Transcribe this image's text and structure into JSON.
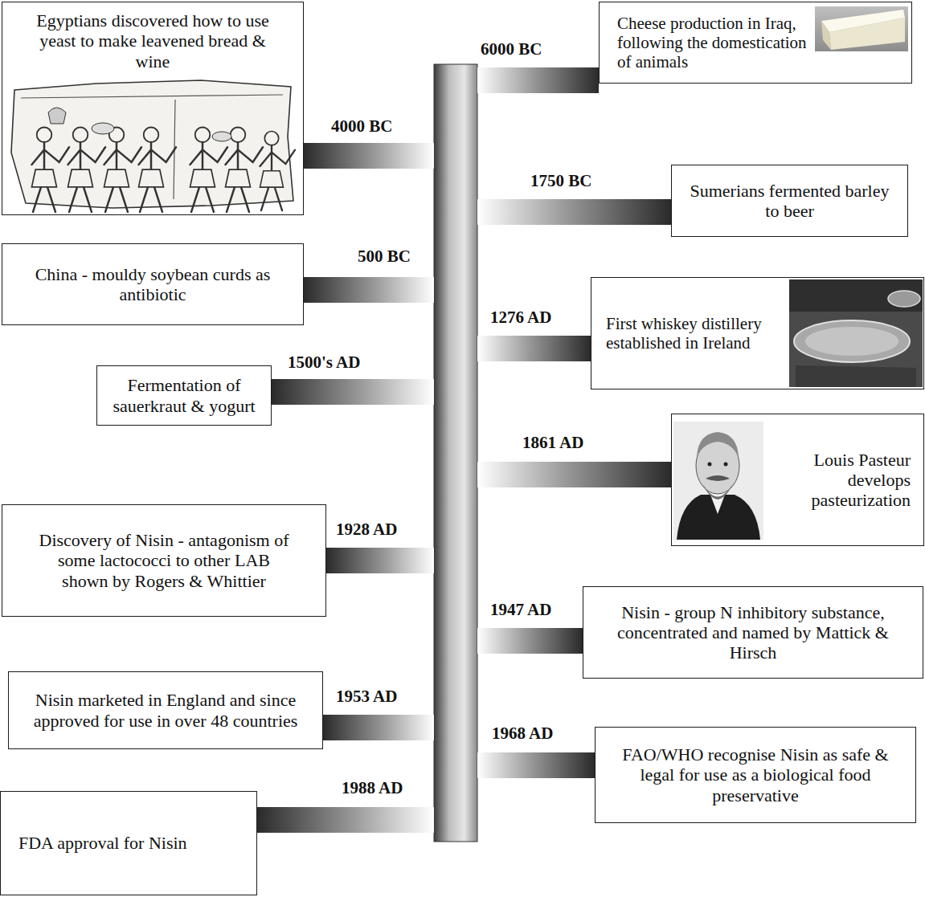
{
  "diagram": {
    "nodes": [
      {
        "text": [
          "Cheese production in Iraq, following the domestication of animals"
        ]
      },
      {
        "text": [
          "Egyptians discovered how to use yeast to make leavened bread & wine"
        ]
      },
      {
        "text": [
          "Sumerians fermented barley to beer"
        ]
      },
      {
        "text": [
          "China - mouldy soybean curds as antibiotic"
        ]
      },
      {
        "text": [
          "First whiskey distillery established in Ireland"
        ]
      },
      {
        "text": [
          "Fermentation of sauerkraut & yogurt"
        ]
      },
      {
        "text": [
          "Louis Pasteur develops pasteurization"
        ]
      },
      {
        "text": [
          "Discovery of Nisin - antagonism of some lactococci to other LAB shown by Rogers & Whittier"
        ]
      },
      {
        "text": [
          "Nisin - group N inhibitory substance, concentrated and named by Mattick & Hirsch"
        ]
      },
      {
        "text": [
          "Nisin marketed in England and since approved for use in over 48 countries"
        ]
      },
      {
        "text": [
          "FAO/WHO recognise Nisin as safe & legal for use as a biological food preservative"
        ]
      },
      {
        "text": [
          "FDA approval for Nisin"
        ]
      }
    ],
    "labels": [
      "6000 BC",
      "4000 BC",
      "1750 BC",
      "500 BC",
      "1276 AD",
      "1500's AD",
      "1861 AD",
      "1928 AD",
      "1947 AD",
      "1953 AD",
      "1968 AD",
      "1988 AD"
    ]
  }
}
